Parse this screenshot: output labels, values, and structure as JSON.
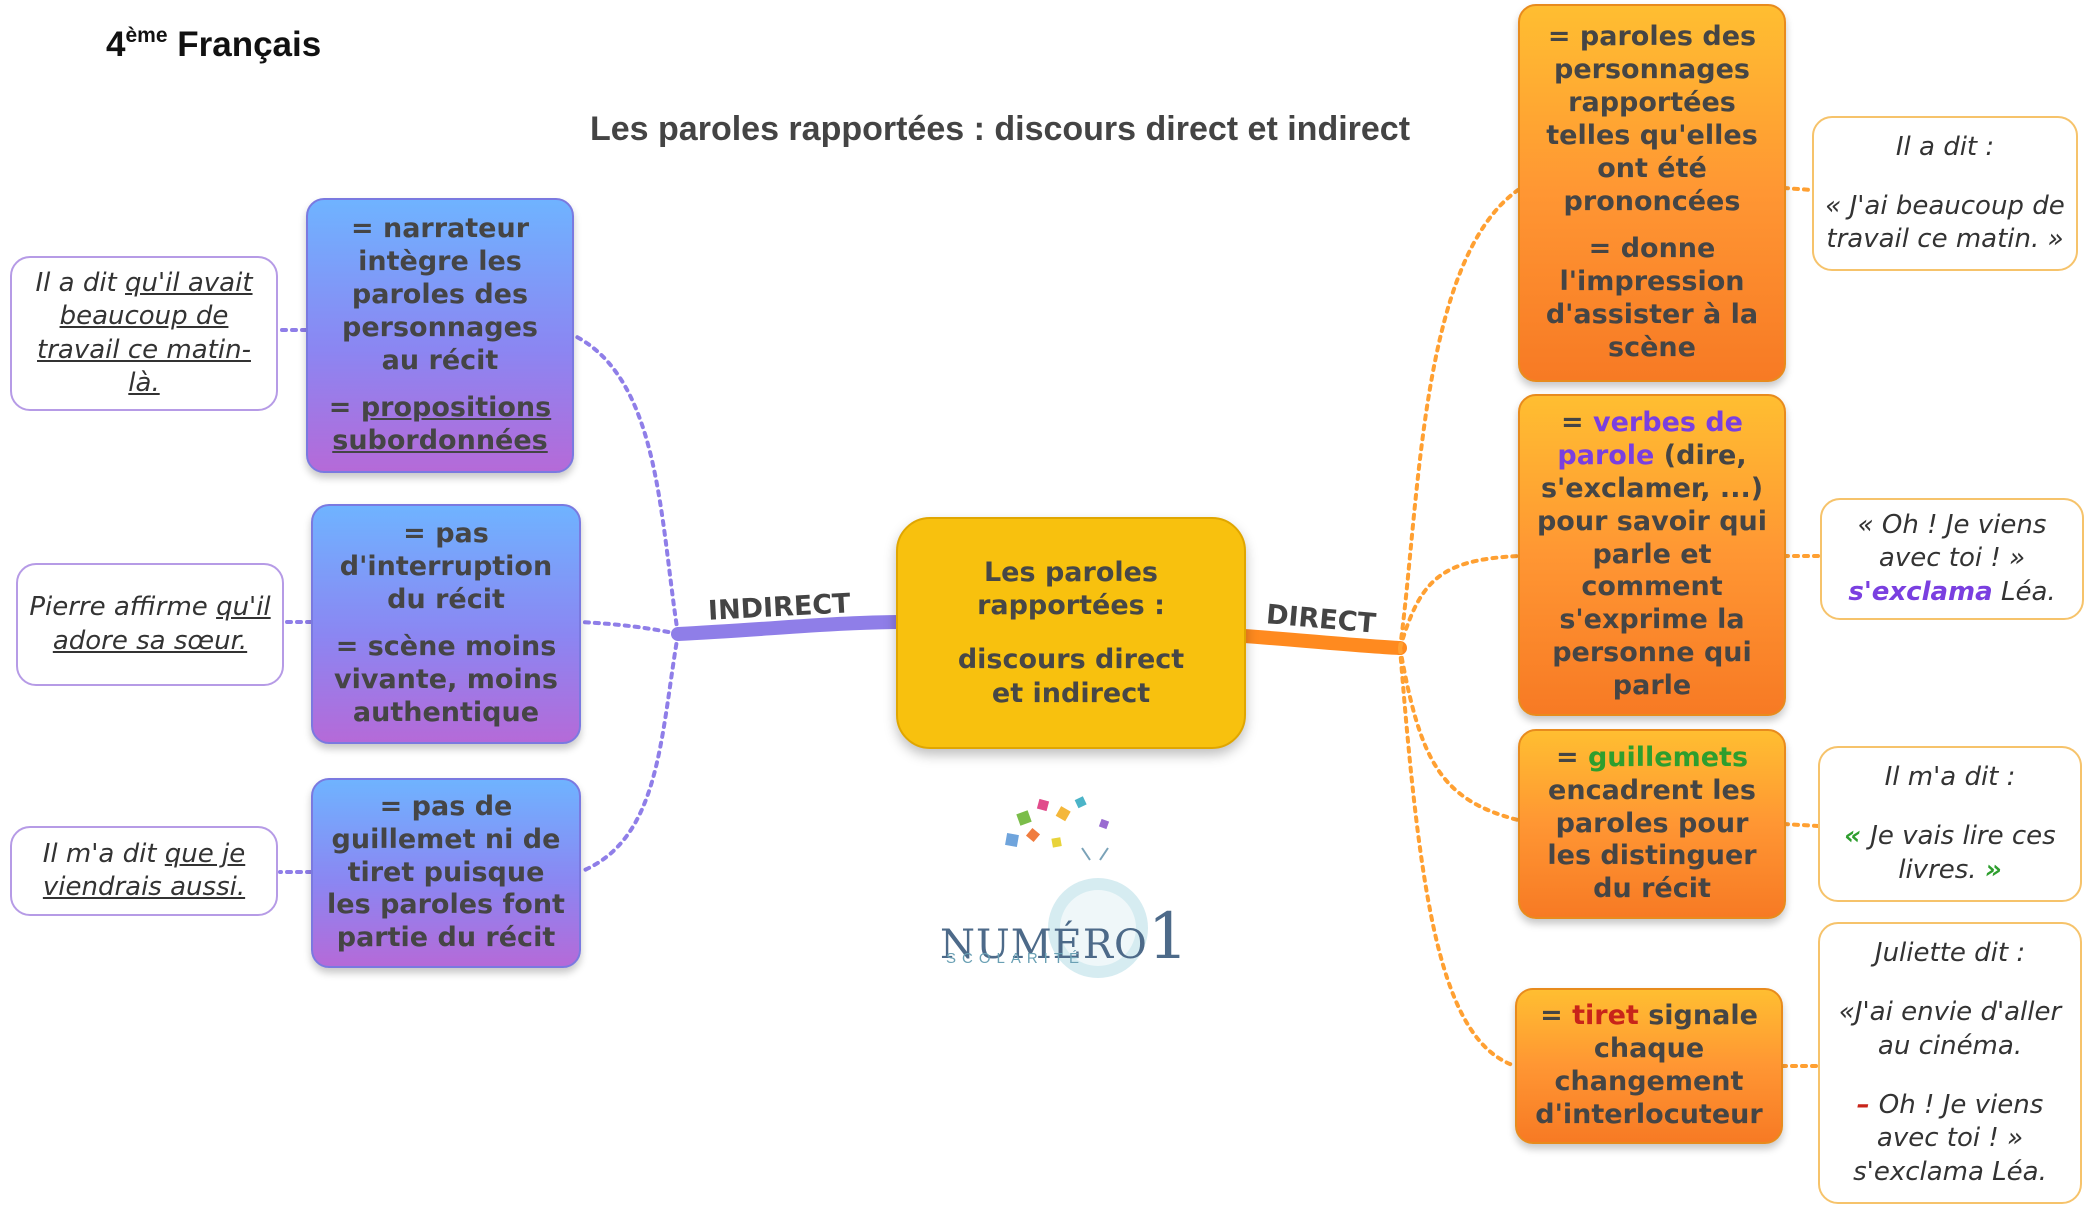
{
  "header": {
    "grade_number": "4",
    "grade_suffix": "ème",
    "subject": "Français",
    "title": "Les paroles rapportées : discours direct et indirect"
  },
  "center": {
    "line1": "Les paroles",
    "line2": "rapportées :",
    "line3": "discours direct",
    "line4": "et indirect"
  },
  "branches": {
    "indirect": "INDIRECT",
    "direct": "DIRECT"
  },
  "indirect_boxes": [
    {
      "p1": "= narrateur intègre les paroles des personnages au récit",
      "p2_prefix": "= ",
      "p2_underlined": "propositions subordonnées",
      "example_pre": "Il a dit ",
      "example_underlined": "qu'il avait beaucoup de travail ce matin-là."
    },
    {
      "p1": "= pas d'interruption du récit",
      "p2": "=  scène moins vivante, moins authentique",
      "example_pre": "Pierre affirme ",
      "example_underlined": "qu'il adore sa sœur."
    },
    {
      "p1": "= pas de guillemet ni de tiret puisque les paroles font partie du récit",
      "example_pre": "Il m'a dit ",
      "example_underlined": "que je viendrais aussi."
    }
  ],
  "direct_boxes": [
    {
      "p1": "= paroles des personnages rapportées telles qu'elles ont été prononcées",
      "p2": "= donne l'impression d'assister à la scène",
      "example_line1": "Il a dit :",
      "example_line2": "« J'ai beaucoup de travail ce matin. »"
    },
    {
      "prefix": "= ",
      "highlight": "verbes de parole",
      "rest": " (dire, s'exclamer, ...) pour savoir qui parle et comment s'exprime la personne qui parle",
      "example_quote": "« Oh ! Je viens avec toi ! »",
      "example_verb": "s'exclama",
      "example_tail": " Léa."
    },
    {
      "prefix": "= ",
      "highlight": "guillemets",
      "rest": " encadrent les paroles pour les distinguer du récit",
      "example_line1": "Il m'a dit :",
      "example_open": "« ",
      "example_text": "Je vais lire ces livres. ",
      "example_close": "»"
    },
    {
      "prefix": "= ",
      "highlight": "tiret",
      "rest": " signale chaque changement d'interlocuteur",
      "example_line1": "Juliette dit :",
      "example_line2": "«J'ai envie d'aller au cinéma.",
      "example_dash": "– ",
      "example_line3": "Oh ! Je viens avec toi ! » s'exclama Léa."
    }
  ],
  "logo": {
    "name": "NUMÉRO",
    "digit": "1",
    "sub": "SCOLARITÉ"
  },
  "colors": {
    "center": "#f8c10e",
    "indirect": "#8b86f2",
    "direct": "#ff9633",
    "verb_highlight": "#7a3fe0",
    "guillemets_highlight": "#2e9e2e",
    "tiret_highlight": "#c8241a"
  }
}
